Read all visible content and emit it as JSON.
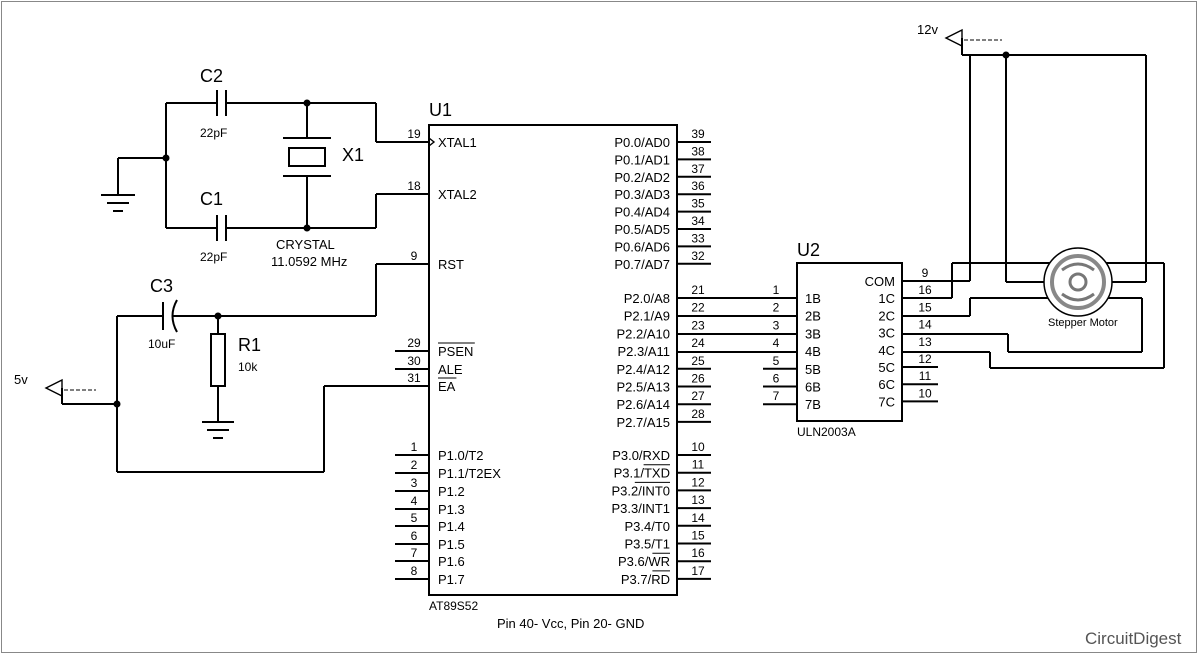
{
  "components": {
    "c2": {
      "ref": "C2",
      "value": "22pF"
    },
    "c1": {
      "ref": "C1",
      "value": "22pF"
    },
    "c3": {
      "ref": "C3",
      "value": "10uF"
    },
    "r1": {
      "ref": "R1",
      "value": "10k"
    },
    "x1": {
      "ref": "X1",
      "type": "CRYSTAL",
      "freq": "11.0592 MHz"
    },
    "u1": {
      "ref": "U1",
      "part": "AT89S52"
    },
    "u2": {
      "ref": "U2",
      "part": "ULN2003A"
    },
    "motor": {
      "label": "Stepper Motor"
    }
  },
  "power": {
    "v5": "5v",
    "v12": "12v"
  },
  "note": "Pin 40- Vcc, Pin 20- GND",
  "brand": "CircuitDigest",
  "u1_left": [
    {
      "num": "19",
      "name": "XTAL1"
    },
    {
      "num": "18",
      "name": "XTAL2"
    },
    {
      "num": "9",
      "name": "RST"
    },
    {
      "num": "29",
      "name": "PSEN"
    },
    {
      "num": "30",
      "name": "ALE"
    },
    {
      "num": "31",
      "name": "EA"
    },
    {
      "num": "1",
      "name": "P1.0/T2"
    },
    {
      "num": "2",
      "name": "P1.1/T2EX"
    },
    {
      "num": "3",
      "name": "P1.2"
    },
    {
      "num": "4",
      "name": "P1.3"
    },
    {
      "num": "5",
      "name": "P1.4"
    },
    {
      "num": "6",
      "name": "P1.5"
    },
    {
      "num": "7",
      "name": "P1.6"
    },
    {
      "num": "8",
      "name": "P1.7"
    }
  ],
  "u1_right": [
    {
      "num": "39",
      "name": "P0.0/AD0"
    },
    {
      "num": "38",
      "name": "P0.1/AD1"
    },
    {
      "num": "37",
      "name": "P0.2/AD2"
    },
    {
      "num": "36",
      "name": "P0.3/AD3"
    },
    {
      "num": "35",
      "name": "P0.4/AD4"
    },
    {
      "num": "34",
      "name": "P0.5/AD5"
    },
    {
      "num": "33",
      "name": "P0.6/AD6"
    },
    {
      "num": "32",
      "name": "P0.7/AD7"
    },
    {
      "num": "21",
      "name": "P2.0/A8"
    },
    {
      "num": "22",
      "name": "P2.1/A9"
    },
    {
      "num": "23",
      "name": "P2.2/A10"
    },
    {
      "num": "24",
      "name": "P2.3/A11"
    },
    {
      "num": "25",
      "name": "P2.4/A12"
    },
    {
      "num": "26",
      "name": "P2.5/A13"
    },
    {
      "num": "27",
      "name": "P2.6/A14"
    },
    {
      "num": "28",
      "name": "P2.7/A15"
    },
    {
      "num": "10",
      "name": "P3.0/RXD"
    },
    {
      "num": "11",
      "name": "P3.1/TXD"
    },
    {
      "num": "12",
      "name": "P3.2/INT0"
    },
    {
      "num": "13",
      "name": "P3.3/INT1"
    },
    {
      "num": "14",
      "name": "P3.4/T0"
    },
    {
      "num": "15",
      "name": "P3.5/T1"
    },
    {
      "num": "16",
      "name": "P3.6/WR"
    },
    {
      "num": "17",
      "name": "P3.7/RD"
    }
  ],
  "u2_left": [
    {
      "num": "1",
      "name": "1B"
    },
    {
      "num": "2",
      "name": "2B"
    },
    {
      "num": "3",
      "name": "3B"
    },
    {
      "num": "4",
      "name": "4B"
    },
    {
      "num": "5",
      "name": "5B"
    },
    {
      "num": "6",
      "name": "6B"
    },
    {
      "num": "7",
      "name": "7B"
    }
  ],
  "u2_right": [
    {
      "num": "9",
      "name": "COM"
    },
    {
      "num": "16",
      "name": "1C"
    },
    {
      "num": "15",
      "name": "2C"
    },
    {
      "num": "14",
      "name": "3C"
    },
    {
      "num": "13",
      "name": "4C"
    },
    {
      "num": "12",
      "name": "5C"
    },
    {
      "num": "11",
      "name": "6C"
    },
    {
      "num": "10",
      "name": "7C"
    }
  ]
}
